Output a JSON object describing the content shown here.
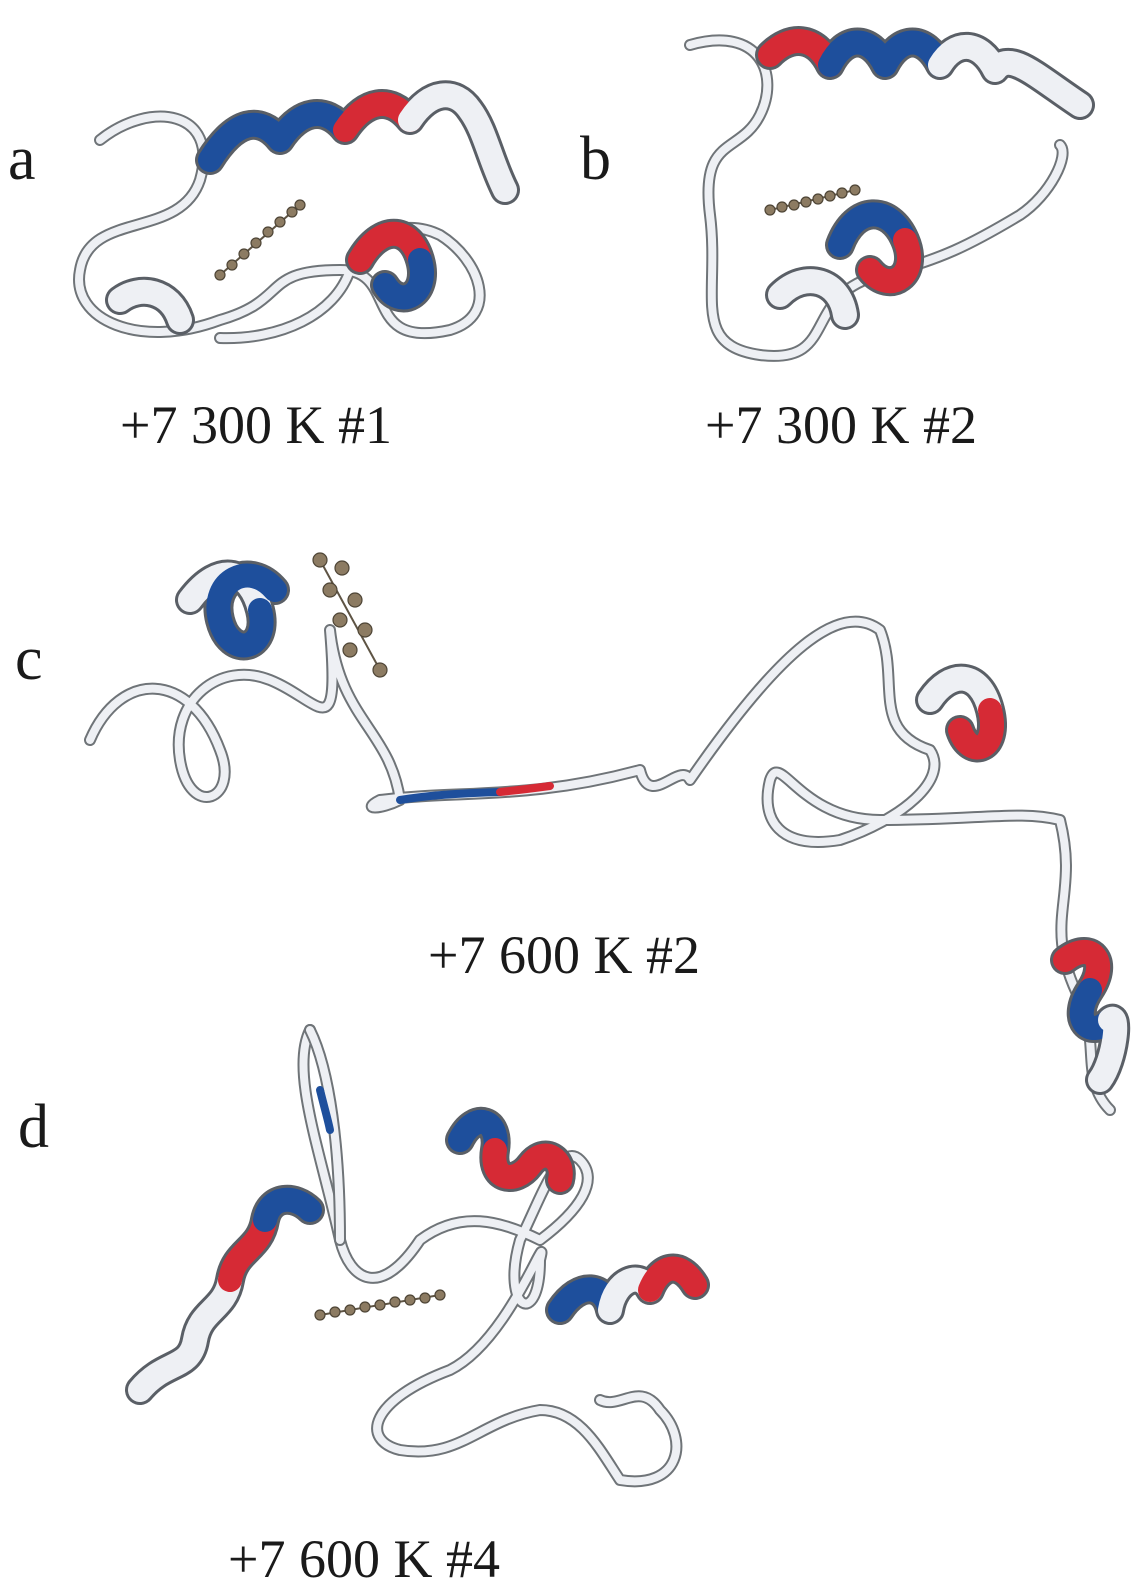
{
  "panels": [
    {
      "letter": "a",
      "caption": "+7 300 K #1"
    },
    {
      "letter": "b",
      "caption": "+7 300 K #2"
    },
    {
      "letter": "c",
      "caption": "+7 600 K #2"
    },
    {
      "letter": "d",
      "caption": "+7 600 K #4"
    }
  ],
  "colors": {
    "acidic": "#d62a35",
    "basic": "#1e4f9c",
    "neutral": "#eef0f4",
    "heme": "#8c7b62"
  }
}
